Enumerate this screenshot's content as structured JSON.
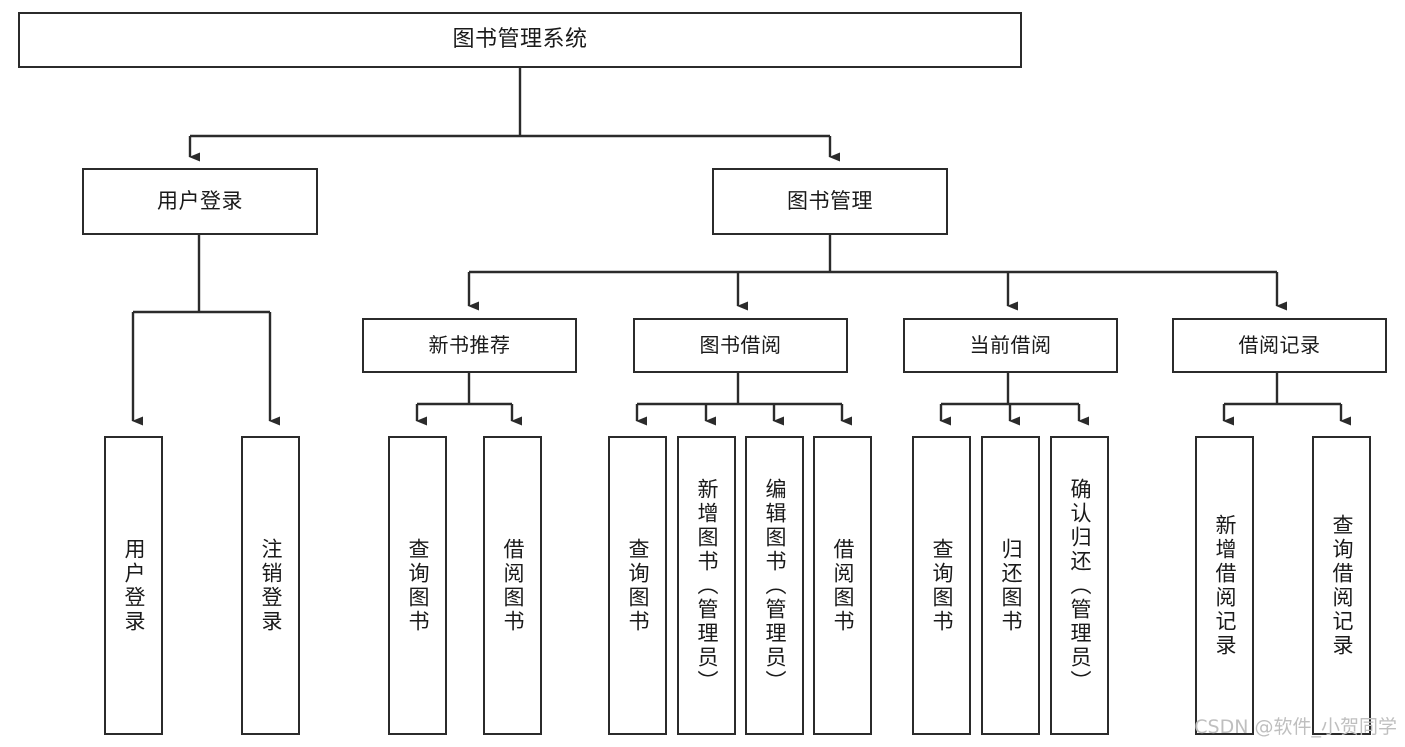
{
  "diagram": {
    "title": "图书管理系统",
    "type": "tree-hierarchy",
    "watermark": "CSDN @软件_小贺同学",
    "colors": {
      "stroke": "#2b2b2b",
      "fill": "#ffffff",
      "text": "#1a1a1a",
      "watermark": "#bfbfbf"
    },
    "nodes": {
      "root": {
        "label": "图书管理系统",
        "level": 0
      },
      "user_login": {
        "label": "用户登录",
        "level": 1
      },
      "book_manage": {
        "label": "图书管理",
        "level": 1
      },
      "new_book_rec": {
        "label": "新书推荐",
        "level": 2
      },
      "book_borrow": {
        "label": "图书借阅",
        "level": 2
      },
      "current_borrow": {
        "label": "当前借阅",
        "level": 2
      },
      "borrow_record": {
        "label": "借阅记录",
        "level": 2
      },
      "leaf_user_login": {
        "label": "用户登录",
        "level": 3
      },
      "leaf_logout": {
        "label": "注销登录",
        "level": 3
      },
      "leaf_query_book_1": {
        "label": "查询图书",
        "level": 3
      },
      "leaf_borrow_book_1": {
        "label": "借阅图书",
        "level": 3
      },
      "leaf_query_book_2": {
        "label": "查询图书",
        "level": 3
      },
      "leaf_add_book": {
        "label": "新增图书（管理员）",
        "level": 3
      },
      "leaf_edit_book": {
        "label": "编辑图书（管理员）",
        "level": 3
      },
      "leaf_borrow_book_2": {
        "label": "借阅图书",
        "level": 3
      },
      "leaf_query_book_3": {
        "label": "查询图书",
        "level": 3
      },
      "leaf_return_book": {
        "label": "归还图书",
        "level": 3
      },
      "leaf_confirm_return": {
        "label": "确认归还（管理员）",
        "level": 3
      },
      "leaf_add_record": {
        "label": "新增借阅记录",
        "level": 3
      },
      "leaf_query_record": {
        "label": "查询借阅记录",
        "level": 3
      }
    },
    "edges": [
      {
        "from": "root",
        "to": "user_login"
      },
      {
        "from": "root",
        "to": "book_manage"
      },
      {
        "from": "user_login",
        "to": "leaf_user_login"
      },
      {
        "from": "user_login",
        "to": "leaf_logout"
      },
      {
        "from": "book_manage",
        "to": "new_book_rec"
      },
      {
        "from": "book_manage",
        "to": "book_borrow"
      },
      {
        "from": "book_manage",
        "to": "current_borrow"
      },
      {
        "from": "book_manage",
        "to": "borrow_record"
      },
      {
        "from": "new_book_rec",
        "to": "leaf_query_book_1"
      },
      {
        "from": "new_book_rec",
        "to": "leaf_borrow_book_1"
      },
      {
        "from": "book_borrow",
        "to": "leaf_query_book_2"
      },
      {
        "from": "book_borrow",
        "to": "leaf_add_book"
      },
      {
        "from": "book_borrow",
        "to": "leaf_edit_book"
      },
      {
        "from": "book_borrow",
        "to": "leaf_borrow_book_2"
      },
      {
        "from": "current_borrow",
        "to": "leaf_query_book_3"
      },
      {
        "from": "current_borrow",
        "to": "leaf_return_book"
      },
      {
        "from": "current_borrow",
        "to": "leaf_confirm_return"
      },
      {
        "from": "borrow_record",
        "to": "leaf_add_record"
      },
      {
        "from": "borrow_record",
        "to": "leaf_query_record"
      }
    ]
  }
}
